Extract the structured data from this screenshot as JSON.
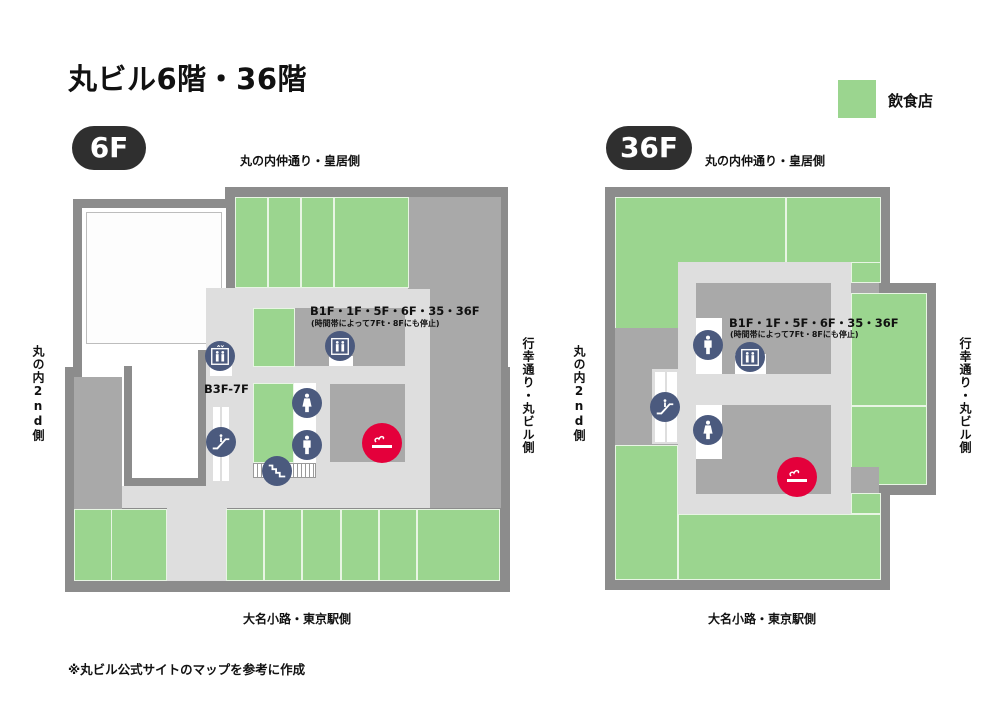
{
  "title": "丸ビル6階・36階",
  "legend": {
    "label": "飲食店",
    "color": "#9bd58f"
  },
  "colors": {
    "restaurant": "#9bd58f",
    "wall": "#8c8c8c",
    "corridor": "#dedede",
    "core": "#a9a9a9",
    "icon": "#4b5a7e",
    "smoking": "#e4003b",
    "badge": "#2f2f2f"
  },
  "floors": [
    {
      "id": "6F",
      "badge": "6F",
      "directions": {
        "top": "丸の内仲通り・皇居側",
        "bottom": "大名小路・東京駅側",
        "left": "丸の内2nd側",
        "right": "行幸通り・丸ビル側"
      },
      "elevator_main": {
        "floors": "B1F・1F・5F・6F・35・36F",
        "note": "(時間帯によって7Ft・8Fにも停止)"
      },
      "elevator_sub": {
        "floors": "B3F-7F"
      },
      "facilities": [
        "elevator",
        "elevator",
        "escalator",
        "womens-restroom",
        "mens-restroom",
        "stairs",
        "smoking-area"
      ]
    },
    {
      "id": "36F",
      "badge": "36F",
      "directions": {
        "top": "丸の内仲通り・皇居側",
        "bottom": "大名小路・東京駅側",
        "left": "丸の内2nd側",
        "right": "行幸通り・丸ビル側"
      },
      "elevator_main": {
        "floors": "B1F・1F・5F・6F・35・36F",
        "note": "(時間帯によって7Ft・8Fにも停止)"
      },
      "facilities": [
        "mens-restroom",
        "elevator",
        "escalator",
        "womens-restroom",
        "smoking-area"
      ]
    }
  ],
  "footnote": "※丸ビル公式サイトのマップを参考に作成"
}
